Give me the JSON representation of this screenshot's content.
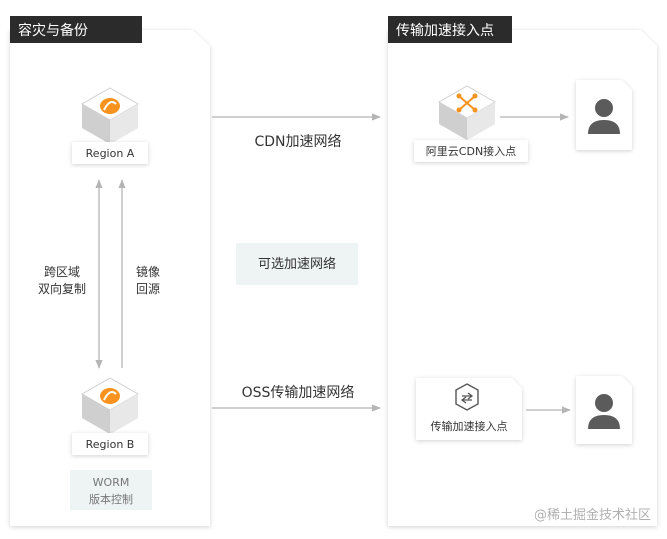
{
  "left_panel": {
    "title": "容灾与备份"
  },
  "right_panel": {
    "title": "传输加速接入点"
  },
  "region_a": {
    "label": "Region A"
  },
  "region_b": {
    "label": "Region B"
  },
  "replication": {
    "line1": "跨区域",
    "line2": "双向复制"
  },
  "mirror": {
    "line1": "镜像",
    "line2": "回源"
  },
  "worm": {
    "line1": "WORM",
    "line2": "版本控制"
  },
  "cdn_network": {
    "label": "CDN加速网络"
  },
  "optional_network": {
    "label": "可选加速网络"
  },
  "oss_network": {
    "label": "OSS传输加速网络"
  },
  "cdn_node": {
    "label": "阿里云CDN接入点"
  },
  "accel_node": {
    "label": "传输加速接入点"
  },
  "watermark": {
    "text": "@稀土掘金技术社区"
  },
  "colors": {
    "header_bg": "#2b2b2b",
    "accent_orange": "#f7931e",
    "arrow_gray": "#b5b5b5",
    "user_gray": "#5b5b5b",
    "soft_bg": "#eef3f3"
  }
}
